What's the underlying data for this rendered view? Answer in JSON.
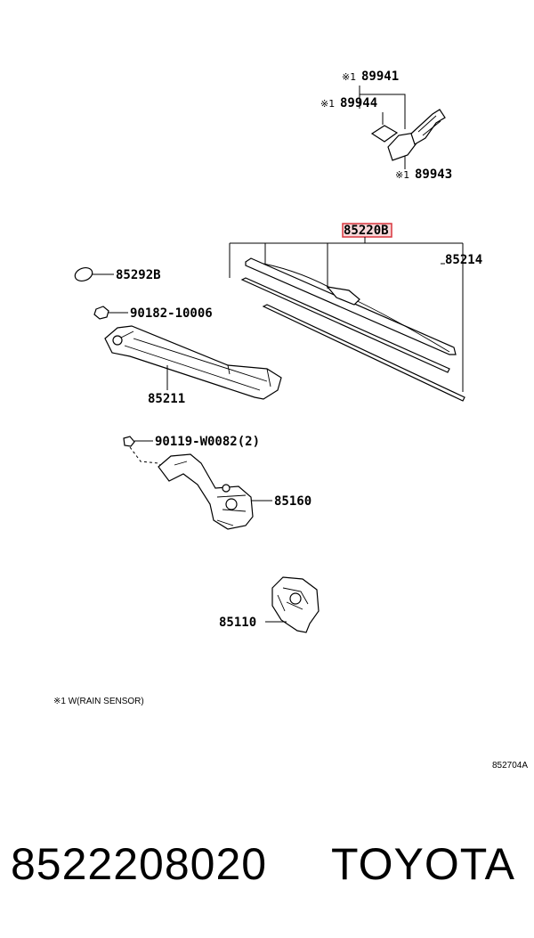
{
  "callouts": {
    "p89941": {
      "mark": "※1",
      "number": "89941"
    },
    "p89944": {
      "mark": "※1",
      "number": "89944"
    },
    "p89943": {
      "mark": "※1",
      "number": "89943"
    },
    "p85220": {
      "number": "85220B",
      "highlighted": true
    },
    "p85214": {
      "number": "85214"
    },
    "p85292": {
      "number": "85292B"
    },
    "p90182": {
      "number": "90182-10006"
    },
    "p85211": {
      "number": "85211"
    },
    "p90119": {
      "number": "90119-W0082(2)"
    },
    "p85160": {
      "number": "85160"
    },
    "p85110": {
      "number": "85110"
    }
  },
  "note": "※1 W(RAIN SENSOR)",
  "diagram_code": "852704A",
  "footer": {
    "part_number": "8522208020",
    "brand": "TOYOTA"
  },
  "colors": {
    "highlight_border": "#d9363e",
    "highlight_fill": "#f8d8da"
  }
}
